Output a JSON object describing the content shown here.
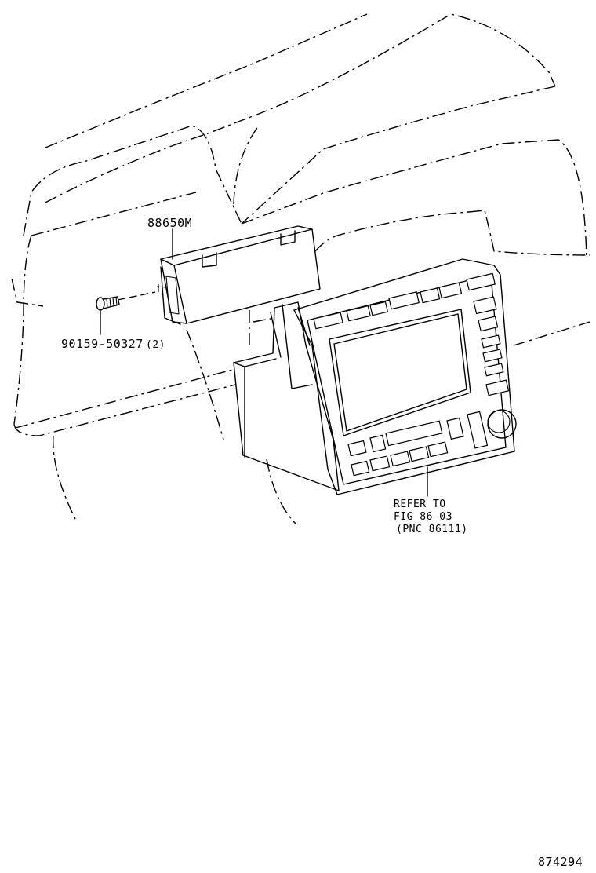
{
  "labels": {
    "module_part_no": "88650M",
    "screw_part_no": "90159-50327",
    "screw_qty": "(2)",
    "refer_line1": "REFER TO",
    "refer_line2": "FIG 86-03",
    "refer_line3": "(PNC 86111)",
    "figure_no": "874294"
  },
  "icons": [
    "dashboard-outline",
    "control-module",
    "screw",
    "navigation-display-unit",
    "rotary-knob"
  ],
  "colors": {
    "line": "#000000",
    "background": "#ffffff"
  }
}
